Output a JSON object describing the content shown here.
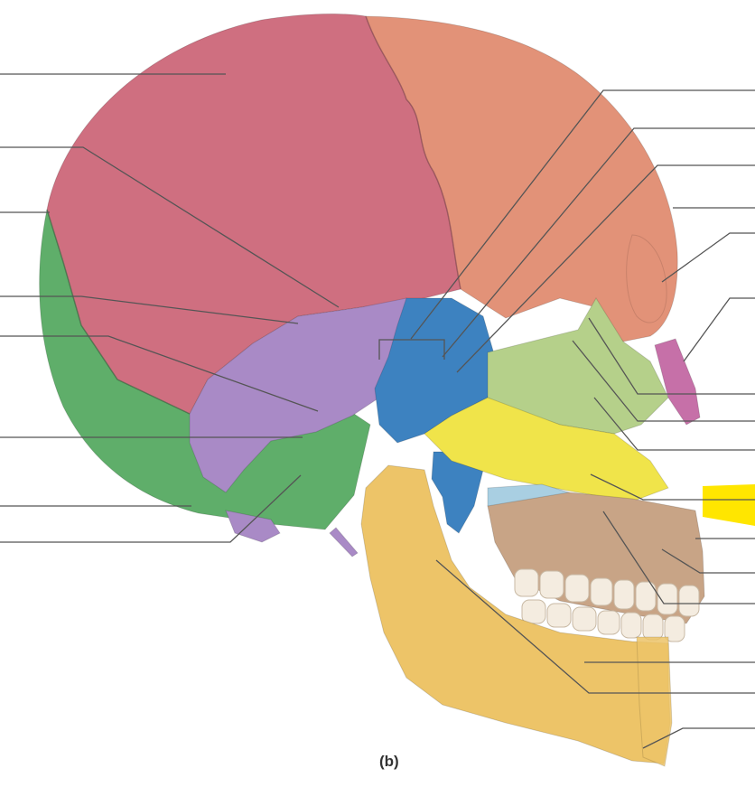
{
  "figure": {
    "caption": "(b)",
    "subject": "skull-midsagittal-section"
  },
  "colors": {
    "parietal": "#cf6f80",
    "frontal": "#e29278",
    "occipital": "#5fae6a",
    "temporal": "#a98ac6",
    "sphenoid": "#3d82c0",
    "ethmoid": "#b5d08a",
    "vomer": "#f0e44a",
    "nasal": "#c670a8",
    "maxilla": "#c8a486",
    "mandible": "#edc468",
    "palatine": "#a9cfe2",
    "leader": "#555555",
    "highlight_tab": "#ffe600"
  },
  "leader_lines": {
    "left_count": 8,
    "right_count": 16
  }
}
